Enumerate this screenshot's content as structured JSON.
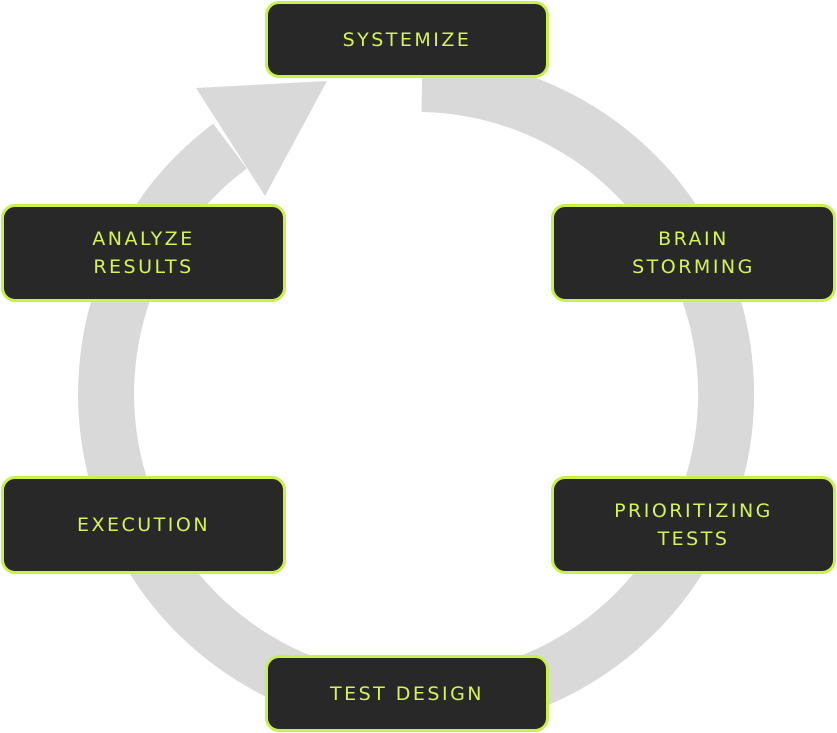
{
  "diagram": {
    "type": "cycle",
    "direction": "clockwise",
    "steps": [
      {
        "label": "SYSTEMIZE"
      },
      {
        "label": "BRAIN\nSTORMING"
      },
      {
        "label": "PRIORITIZING\nTESTS"
      },
      {
        "label": "TEST DESIGN"
      },
      {
        "label": "EXECUTION"
      },
      {
        "label": "ANALYZE\nRESULTS"
      }
    ]
  },
  "colors": {
    "ring": "#d9d9d9",
    "box_fill": "#282828",
    "box_border": "#c8f04e",
    "text": "#d4f25a"
  }
}
